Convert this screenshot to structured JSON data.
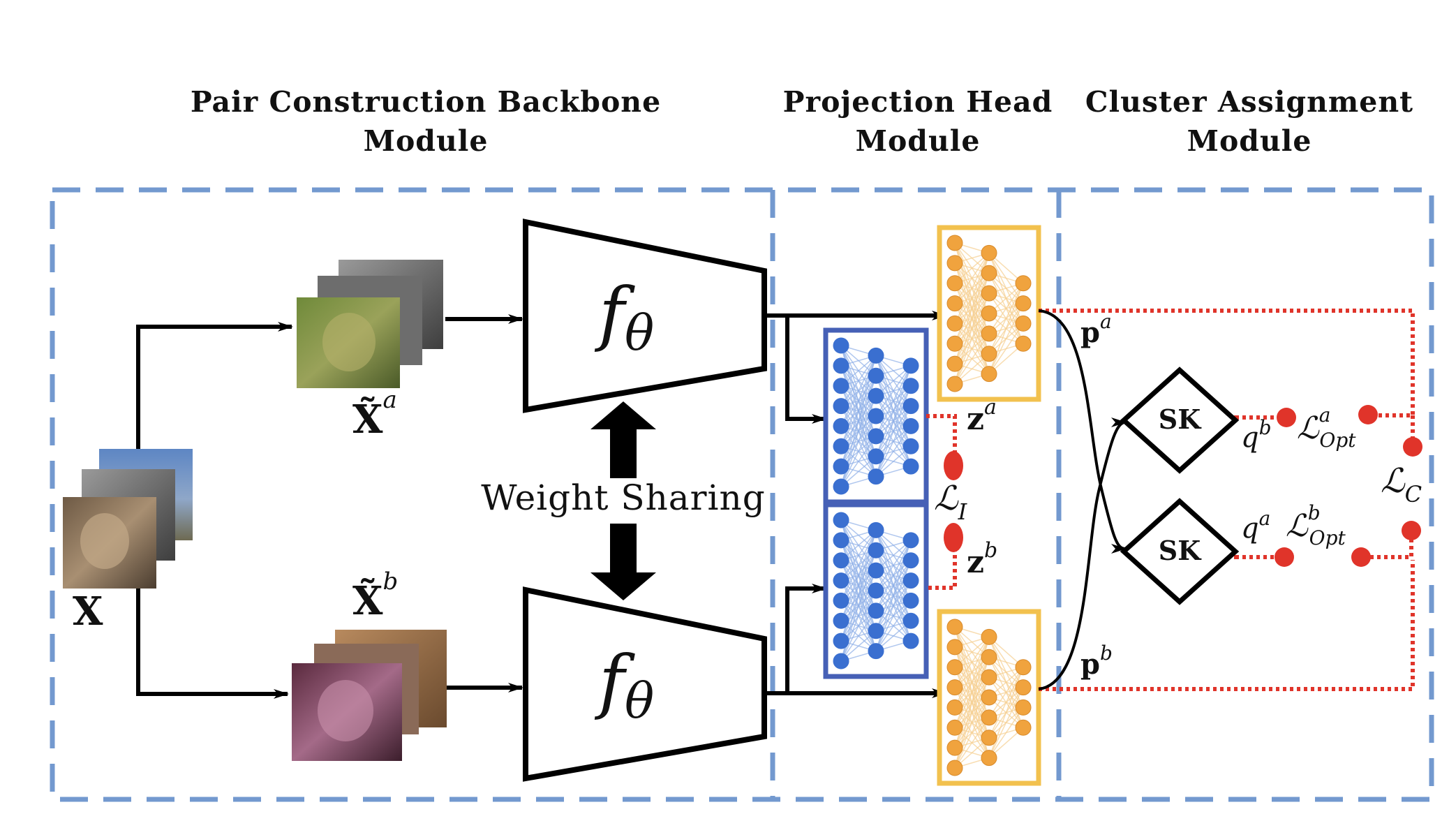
{
  "modules": {
    "pair_construction": [
      "Pair Construction Backbone",
      "Module"
    ],
    "projection_head": [
      "Projection Head",
      "Module"
    ],
    "cluster_assignment": [
      "Cluster Assignment",
      "Module"
    ]
  },
  "labels": {
    "input": "X",
    "view_a": "X̃",
    "view_a_sup": "a",
    "view_b": "X̃",
    "view_b_sup": "b",
    "encoder": "f",
    "encoder_sub": "θ",
    "weight_sharing": "Weight Sharing",
    "z_a": "z",
    "z_a_sup": "a",
    "z_b": "z",
    "z_b_sup": "b",
    "p_a": "p",
    "p_a_sup": "a",
    "p_b": "p",
    "p_b_sup": "b",
    "loss_instance": "ℒ",
    "loss_instance_sub": "I",
    "sk_top": "SK",
    "sk_bottom": "SK",
    "q_top": "q",
    "q_top_sup": "b",
    "q_bottom": "q",
    "q_bottom_sup": "a",
    "loss_opt_a": "ℒ",
    "loss_opt_a_sup": "a",
    "loss_opt_a_sub": "Opt",
    "loss_opt_b": "ℒ",
    "loss_opt_b_sup": "b",
    "loss_opt_b_sub": "Opt",
    "loss_cluster": "ℒ",
    "loss_cluster_sub": "C"
  },
  "colors": {
    "module_border": "#7399cf",
    "mlp_blue": "#3a6fd0",
    "mlp_blue_border": "#4660b6",
    "mlp_orange": "#f0a33e",
    "mlp_orange_border": "#f2c14e",
    "loss_red": "#e0342a",
    "arrow": "#000000"
  }
}
